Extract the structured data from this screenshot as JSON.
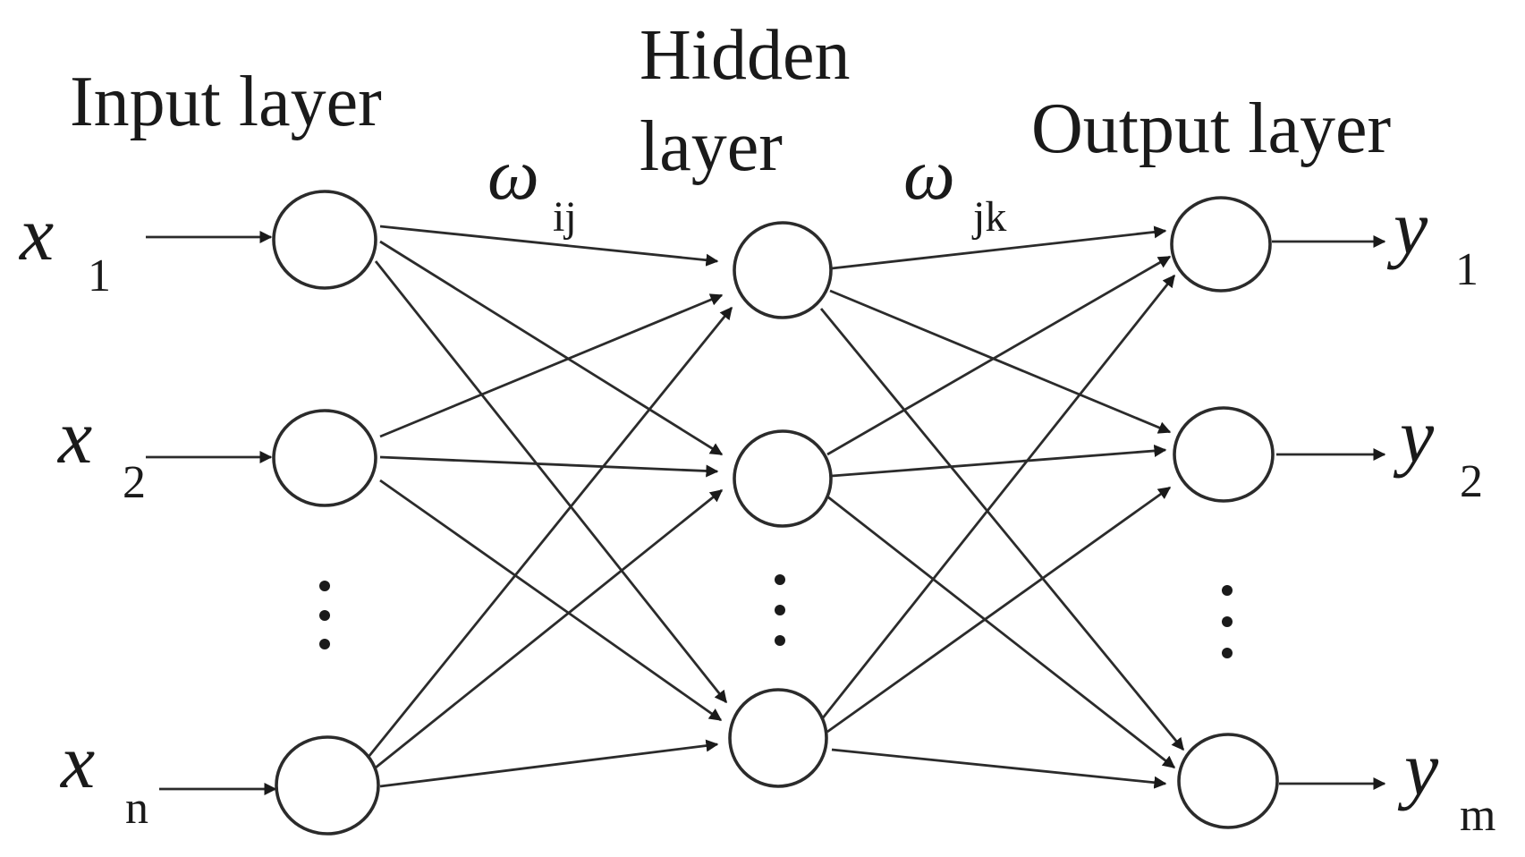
{
  "headings": {
    "input": "Input layer",
    "hidden_top": "Hidden",
    "hidden_bottom": "layer",
    "output": "Output layer"
  },
  "weights": {
    "input_hidden": {
      "symbol": "ω",
      "sub": "ij"
    },
    "hidden_output": {
      "symbol": "ω",
      "sub": "jk"
    }
  },
  "inputs": [
    {
      "symbol": "x",
      "sub": "1"
    },
    {
      "symbol": "x",
      "sub": "2"
    },
    {
      "symbol": "x",
      "sub": "n"
    }
  ],
  "outputs": [
    {
      "symbol": "y",
      "sub": "1"
    },
    {
      "symbol": "y",
      "sub": "2"
    },
    {
      "symbol": "y",
      "sub": "m"
    }
  ],
  "colors": {
    "stroke": "#2b2b2b",
    "text": "#1a1a1a",
    "background": "#ffffff"
  }
}
